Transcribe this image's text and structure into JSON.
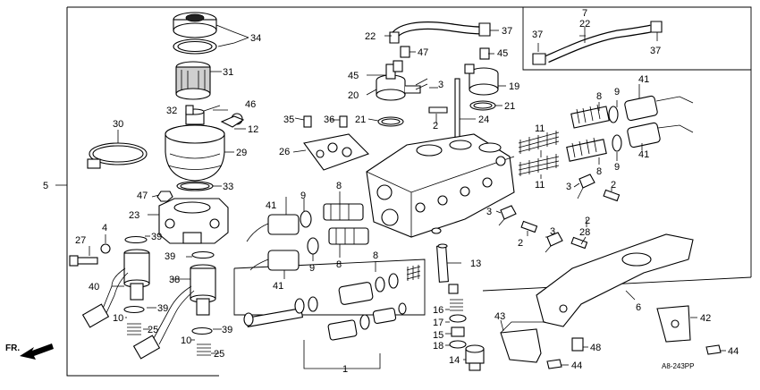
{
  "diagram": {
    "code": "A8-243PP",
    "direction_label": "FR.",
    "callouts": {
      "c1": "1",
      "c2a": "2",
      "c2b": "2",
      "c2c": "2",
      "c2d": "2",
      "c3a": "3",
      "c3b": "3",
      "c3c": "3",
      "c3d": "3",
      "c4": "4",
      "c5": "5",
      "c6": "6",
      "c7": "7",
      "c8a": "8",
      "c8b": "8",
      "c8c": "8",
      "c8d": "8",
      "c8e": "8",
      "c9a": "9",
      "c9b": "9",
      "c9c": "9",
      "c9d": "9",
      "c10a": "10",
      "c10b": "10",
      "c11a": "11",
      "c11b": "11",
      "c12": "12",
      "c13": "13",
      "c14": "14",
      "c15": "15",
      "c16": "16",
      "c17": "17",
      "c18": "18",
      "c19": "19",
      "c20": "20",
      "c21a": "21",
      "c21b": "21",
      "c22a": "22",
      "c22b": "22",
      "c23": "23",
      "c24": "24",
      "c25a": "25",
      "c25b": "25",
      "c26": "26",
      "c27": "27",
      "c28": "28",
      "c29": "29",
      "c30": "30",
      "c31": "31",
      "c32": "32",
      "c33": "33",
      "c34": "34",
      "c35": "35",
      "c36": "36",
      "c37a": "37",
      "c37b": "37",
      "c37c": "37",
      "c38": "38",
      "c39a": "39",
      "c39b": "39",
      "c39c": "39",
      "c39d": "39",
      "c40": "40",
      "c41a": "41",
      "c41b": "41",
      "c41c": "41",
      "c41d": "41",
      "c42": "42",
      "c43": "43",
      "c44a": "44",
      "c44b": "44",
      "c45a": "45",
      "c45b": "45",
      "c46": "46",
      "c47a": "47",
      "c47b": "47",
      "c48": "48"
    }
  }
}
